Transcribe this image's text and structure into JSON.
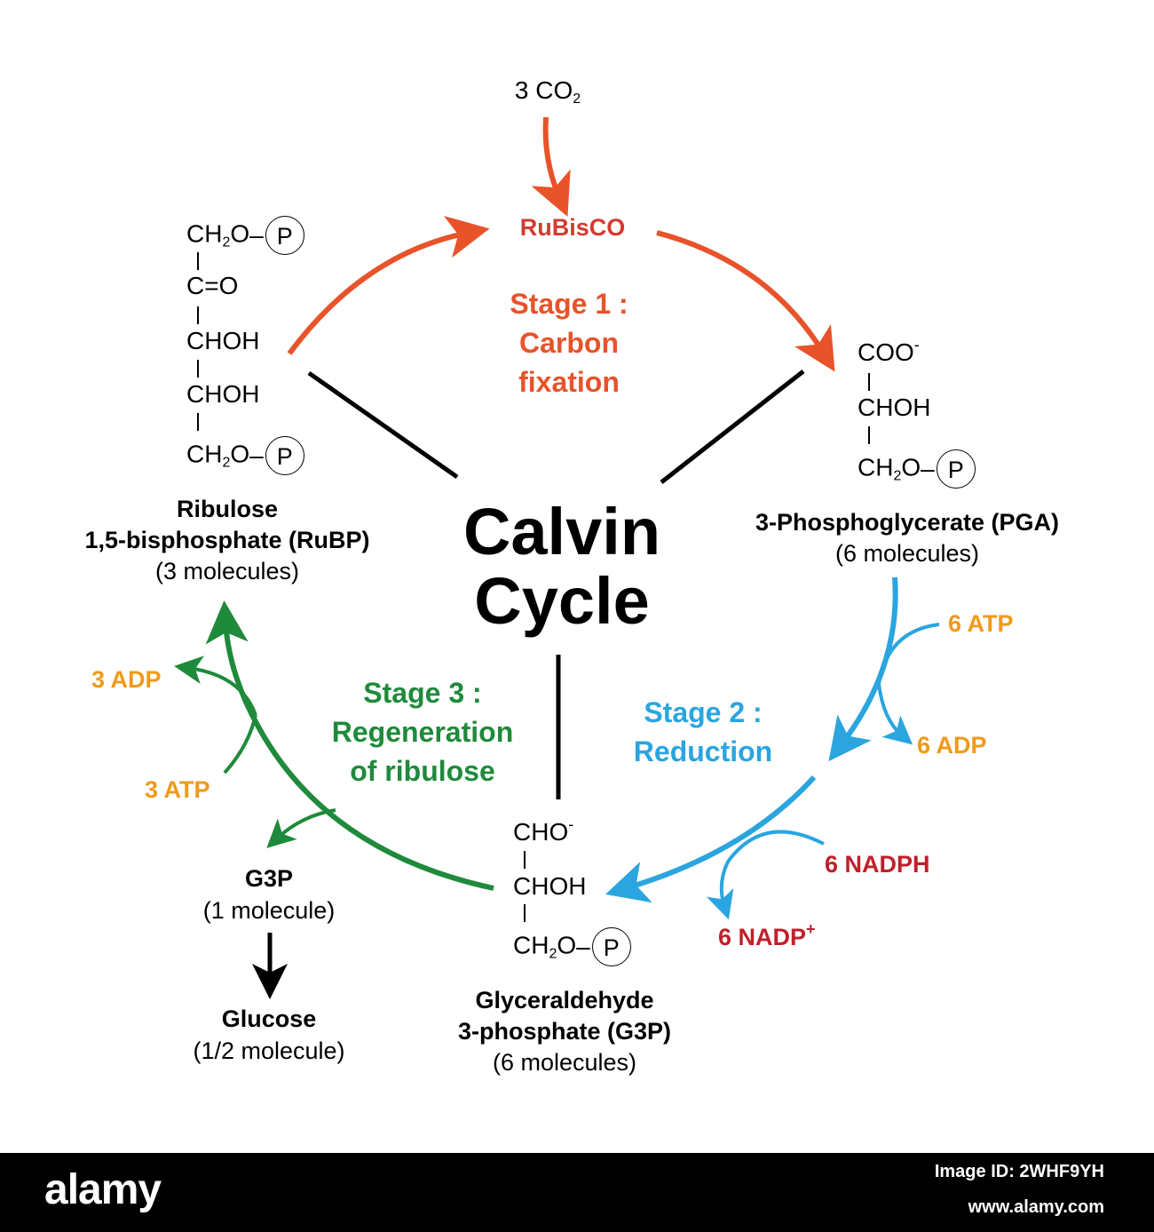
{
  "title": {
    "line1": "Calvin",
    "line2": "Cycle"
  },
  "co2": {
    "text": "3 CO",
    "sub": "2"
  },
  "rubisco": "RuBisCO",
  "stage1": {
    "line1": "Stage 1 :",
    "line2": "Carbon",
    "line3": "fixation"
  },
  "stage2": {
    "line1": "Stage 2 :",
    "line2": "Reduction"
  },
  "stage3": {
    "line1": "Stage 3 :",
    "line2": "Regeneration",
    "line3": "of ribulose"
  },
  "rubp": {
    "structure": {
      "ch2o": "CH",
      "sub2": "2",
      "o": "O",
      "p": "P",
      "co": "C=O",
      "choh": "CHOH"
    },
    "name1": "Ribulose",
    "name2": "1,5-bisphosphate (RuBP)",
    "count": "(3 molecules)"
  },
  "pga": {
    "structure": {
      "coo": "COO",
      "minus": "-",
      "choh": "CHOH",
      "ch2o": "CH",
      "sub2": "2",
      "o": "O",
      "p": "P"
    },
    "name": "3-Phosphoglycerate (PGA)",
    "count": "(6 molecules)"
  },
  "g3p_main": {
    "structure": {
      "cho": "CHO",
      "minus": "-",
      "choh": "CHOH",
      "ch2o": "CH",
      "sub2": "2",
      "o": "O",
      "p": "P"
    },
    "name1": "Glyceraldehyde",
    "name2": "3-phosphate (G3P)",
    "count": "(6 molecules)"
  },
  "g3p_out": {
    "name": "G3P",
    "count": "(1 molecule)"
  },
  "glucose": {
    "name": "Glucose",
    "count": "(1/2 molecule)"
  },
  "cofactors": {
    "atp6": "6 ATP",
    "adp6": "6 ADP",
    "nadph6": "6 NADPH",
    "nadp6": "6 NADP",
    "nadp_sup": "+",
    "adp3": "3 ADP",
    "atp3": "3 ATP"
  },
  "colors": {
    "stage1": "#e8532a",
    "rubisco": "#d63a2e",
    "stage2": "#2aa5df",
    "stage3": "#1f8a3b",
    "atp": "#f09a1a",
    "nadph": "#c0202a",
    "black": "#000000"
  },
  "watermark": {
    "logo": "alamy",
    "image_id": "Image ID: 2WHF9YH",
    "url": "www.alamy.com"
  }
}
